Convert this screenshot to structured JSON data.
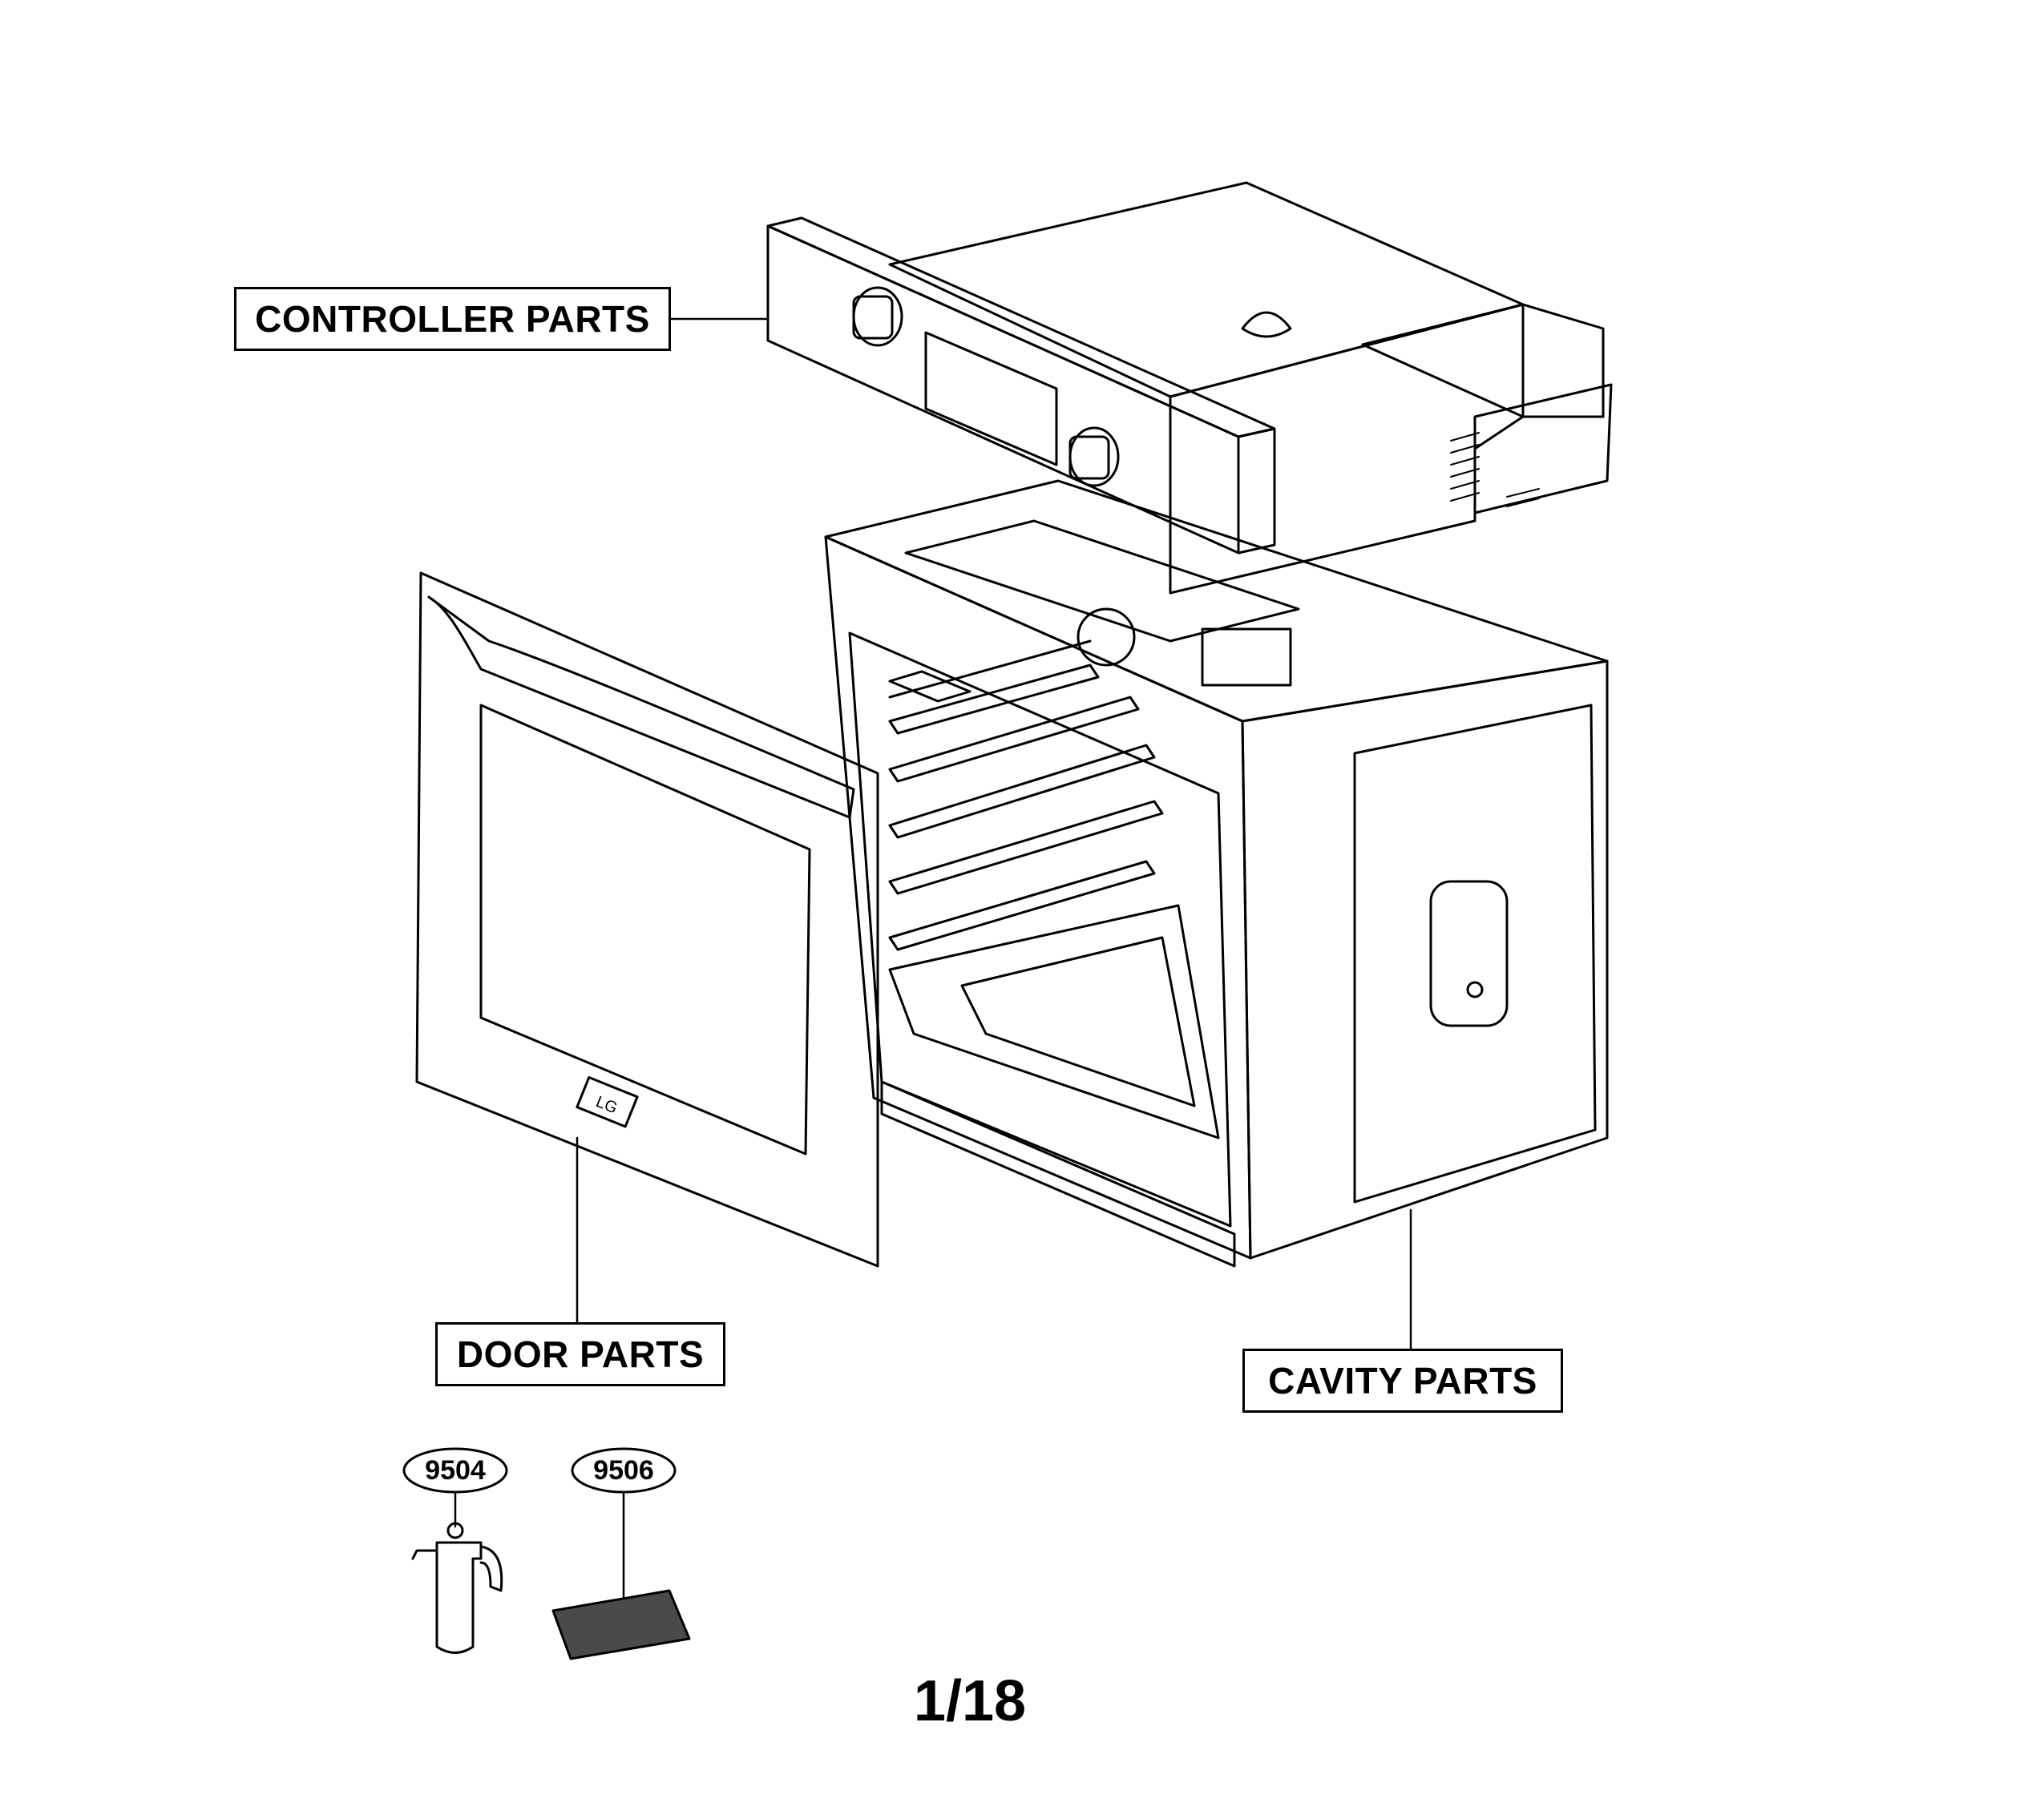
{
  "labels": {
    "controller": "CONTROLLER PARTS",
    "door": "DOOR PARTS",
    "cavity": "CAVITY PARTS"
  },
  "callouts": {
    "spray_bottle": "9504",
    "pad": "9506"
  },
  "door_logo": "LG",
  "page": "1/18",
  "colors": {
    "line": "#000000",
    "background": "#ffffff",
    "pad_fill": "#4a4a4a"
  }
}
